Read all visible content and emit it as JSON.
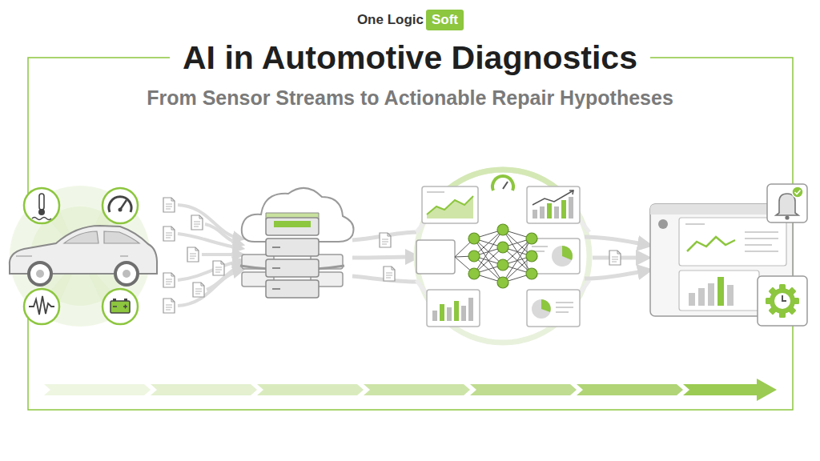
{
  "diagram": {
    "title": "AI in Automotive Diagnostics",
    "nodes": [
      {
        "text": [
          "Soft"
        ]
      }
    ],
    "labels": [
      "One Logic",
      "From Sensor Streams to Actionable Repair Hypotheses"
    ]
  }
}
